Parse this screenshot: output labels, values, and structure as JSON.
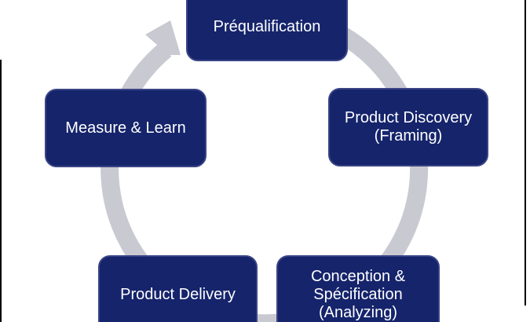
{
  "diagram": {
    "type": "cycle",
    "direction": "clockwise"
  },
  "nodes": [
    {
      "id": "prequalification",
      "lines": [
        "Préqualification"
      ]
    },
    {
      "id": "product-discovery",
      "lines": [
        "Product Discovery",
        "(Framing)"
      ]
    },
    {
      "id": "conception-specification",
      "lines": [
        "Conception &",
        "Spécification",
        "(Analyzing)"
      ]
    },
    {
      "id": "product-delivery",
      "lines": [
        "Product Delivery"
      ]
    },
    {
      "id": "measure-learn",
      "lines": [
        "Measure & Learn"
      ]
    }
  ],
  "colors": {
    "node_fill": "#15246B",
    "node_border": "#3A4485",
    "node_text": "#FFFFFF",
    "ring": "#C9C9D2",
    "frame_line": "#000000",
    "background": "#FFFFFF"
  }
}
